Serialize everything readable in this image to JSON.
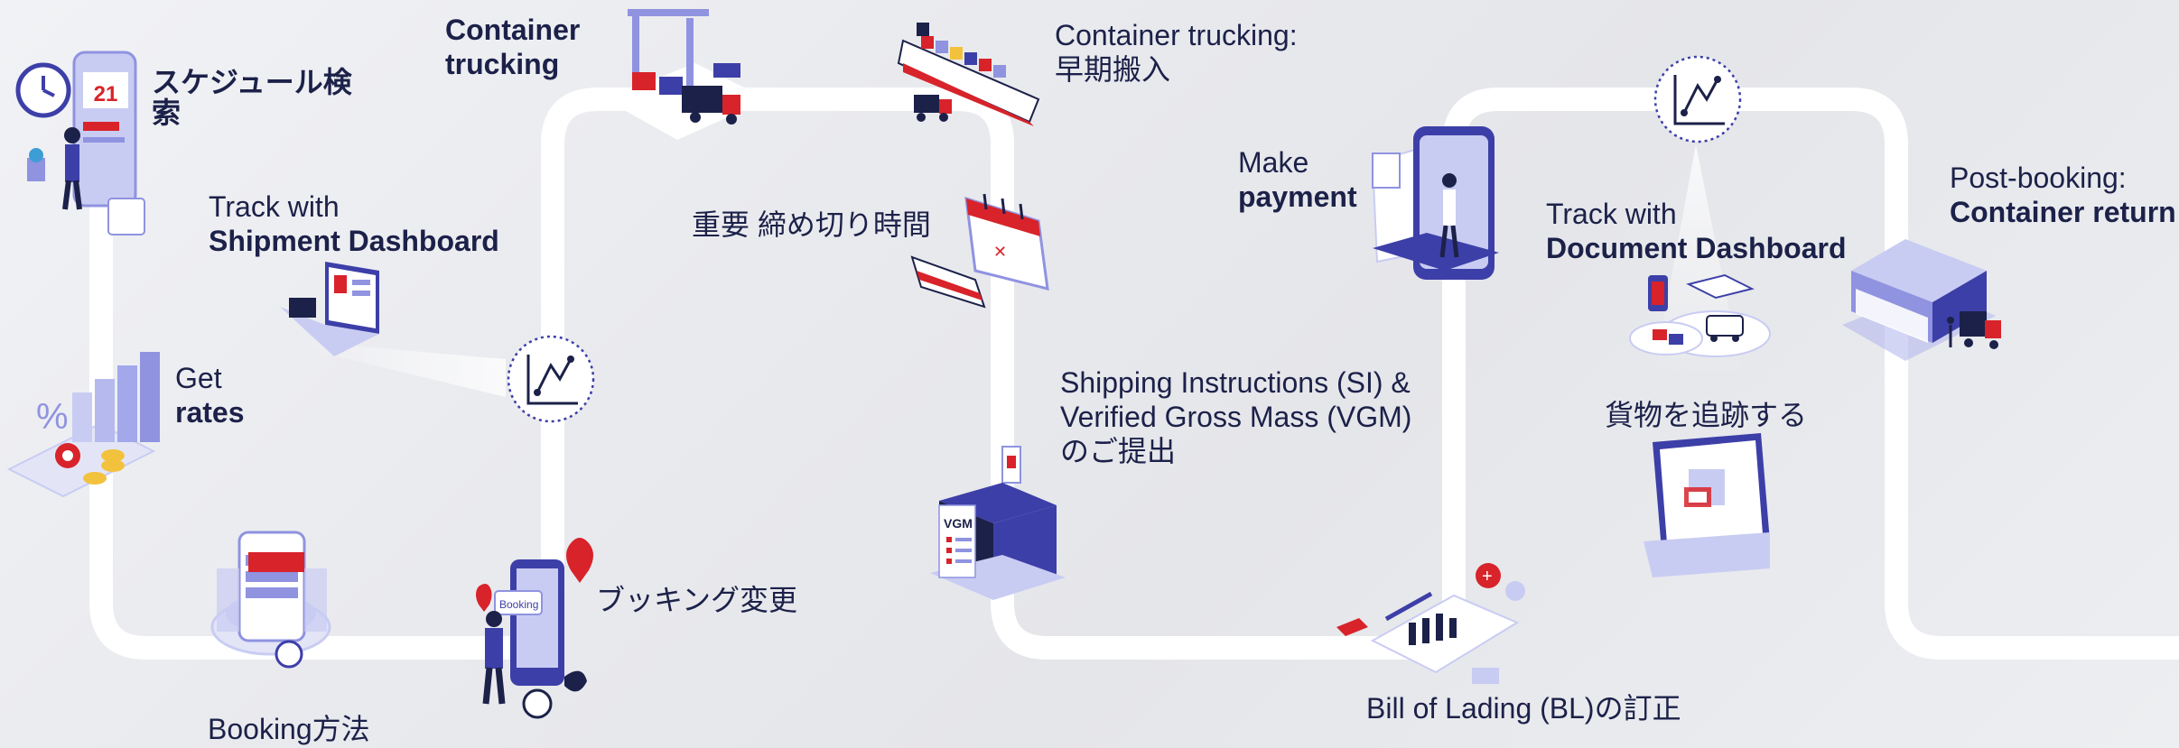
{
  "diagram": {
    "colors": {
      "path": "#ffffff",
      "navy": "#1c2149",
      "indigo": "#3d3fa8",
      "periwinkle": "#8f93e0",
      "light_blue": "#c9ccf2",
      "red": "#d8232a",
      "gold": "#f2c23d"
    },
    "steps": [
      {
        "id": "schedule-search",
        "lines": [
          "スケジュール検",
          "索"
        ],
        "bold": true,
        "icon": "phone-calendar-person-icon"
      },
      {
        "id": "track-shipment",
        "line1": "Track with",
        "bold_text": "Shipment Dashboard",
        "icon": "laptop-dashboard-icon"
      },
      {
        "id": "get-rates",
        "line1": "Get",
        "bold_text": "rates",
        "icon": "bar-chart-coins-icon"
      },
      {
        "id": "booking-method",
        "line1": "Booking方法",
        "icon": "phone-booking-icon"
      },
      {
        "id": "container-trucking",
        "bold_lines": [
          "Container",
          "trucking"
        ],
        "icon": "port-crane-truck-icon"
      },
      {
        "id": "booking-change",
        "line1": "ブッキング変更",
        "icon": "person-phone-booking-icon"
      },
      {
        "id": "early-trucking",
        "line1": "Container trucking:",
        "line2": "早期搬入",
        "icon": "cargo-ship-truck-icon"
      },
      {
        "id": "cutoff",
        "line1": "重要 締め切り時間",
        "icon": "calendar-ship-icon"
      },
      {
        "id": "si-vgm",
        "lines": [
          "Shipping Instructions (SI) &",
          "Verified Gross Mass (VGM)",
          "のご提出"
        ],
        "icon": "vgm-container-scale-icon"
      },
      {
        "id": "payment",
        "line1": "Make",
        "bold_text": "payment",
        "icon": "phone-payment-icon"
      },
      {
        "id": "bl-correction",
        "line1": "Bill of Lading (BL)の訂正",
        "icon": "document-checklist-icon"
      },
      {
        "id": "track-document",
        "line1": "Track with",
        "bold_text": "Document Dashboard",
        "icon": "tracking-devices-icon"
      },
      {
        "id": "track-cargo",
        "line1": "貨物を追跡する",
        "icon": "laptop-folder-icon"
      },
      {
        "id": "container-return",
        "line1": "Post-booking:",
        "bold_text": "Container return",
        "icon": "warehouse-truck-icon"
      }
    ],
    "dashboard_badges": [
      "shipment-dashboard",
      "document-dashboard"
    ],
    "calendar_day": "21",
    "vgm_tag": "VGM",
    "booking_tag": "Booking"
  }
}
